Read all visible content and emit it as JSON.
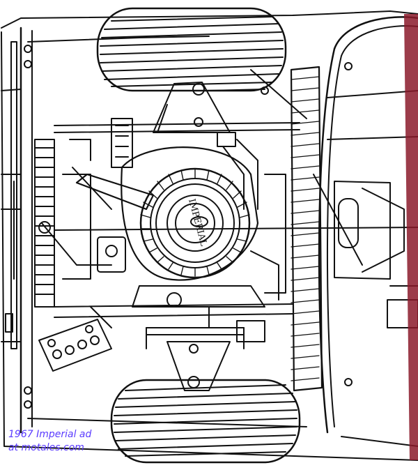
{
  "illustration": {
    "subject": "rear-engine car chassis with engine and wheels, top view line drawing",
    "ink_color": "#111111",
    "paper_color": "#ffffff",
    "accent_red": "#8b1a2a",
    "emblem_text": "IMPERIAL"
  },
  "caption": {
    "line1": "1967 Imperial ad",
    "line2": "at motales.com",
    "color": "#5a3bff"
  }
}
